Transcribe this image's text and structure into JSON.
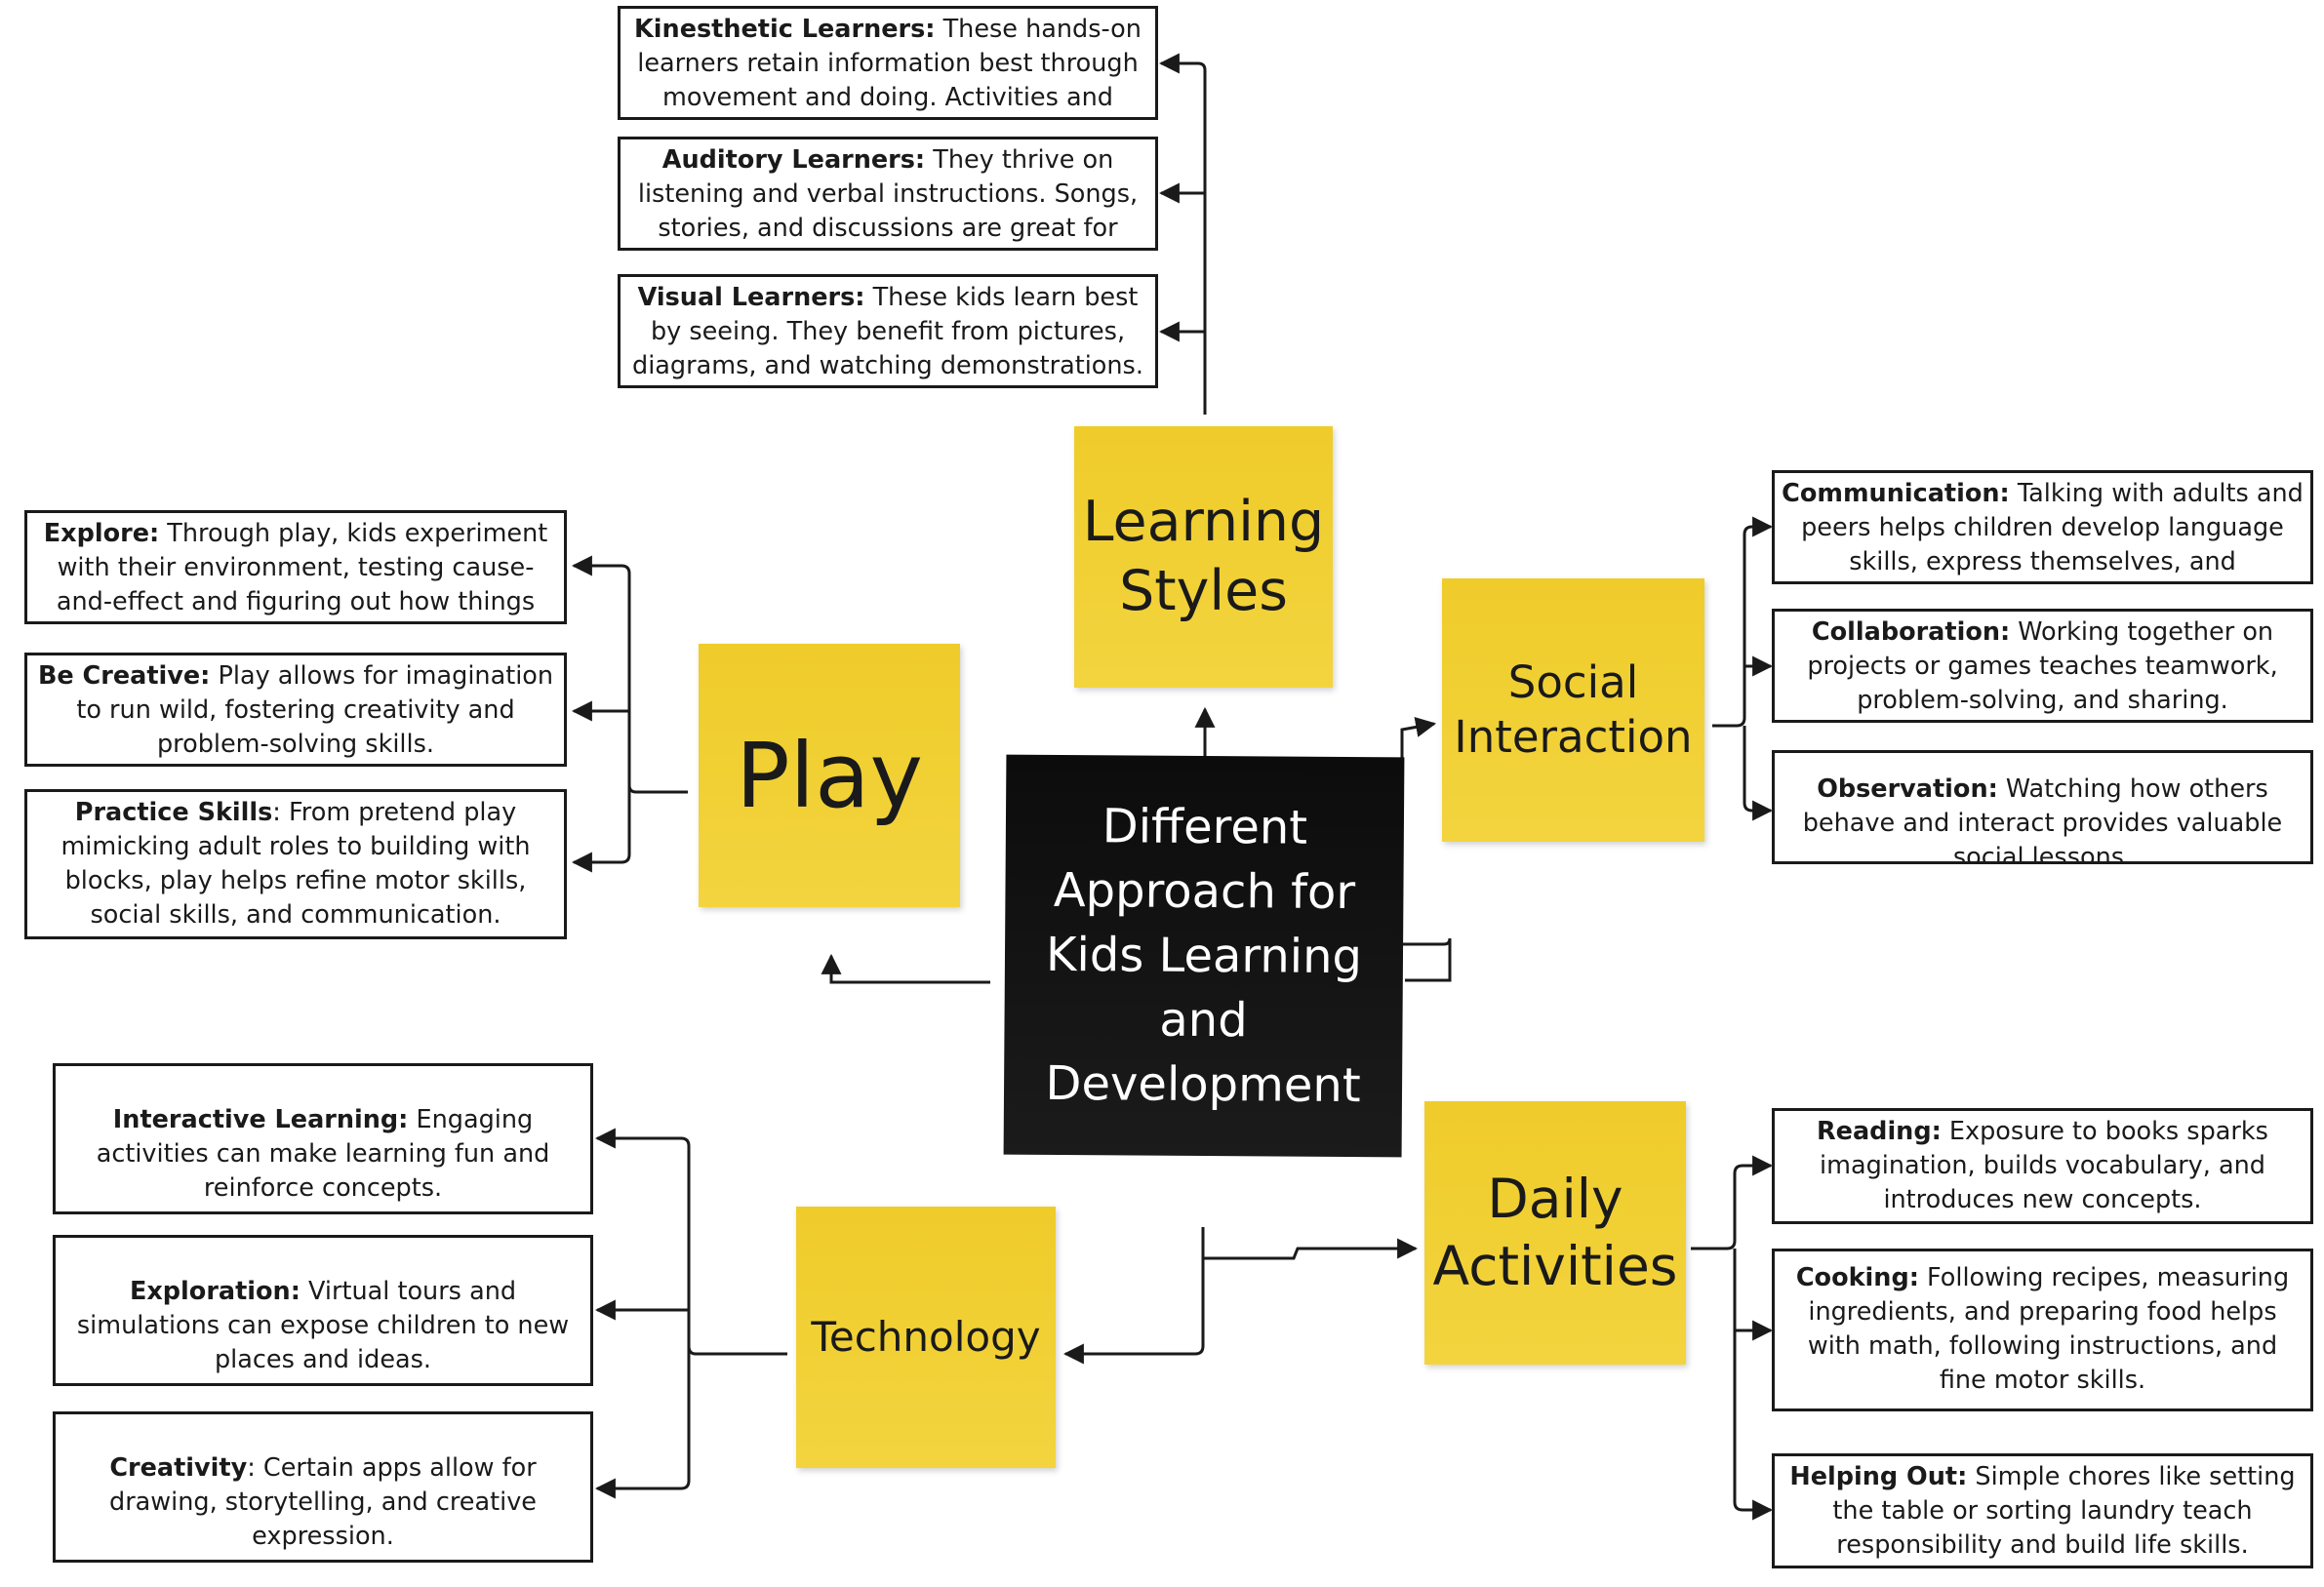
{
  "center": {
    "title": "Different Approach for Kids Learning and Development"
  },
  "branches": {
    "learning_styles": {
      "title": "Learning Styles",
      "items": [
        {
          "label": "Kinesthetic Learners:",
          "text": " These hands-on learners retain information best through movement and doing. Activities and"
        },
        {
          "label": "Auditory Learners:",
          "text": " They thrive on listening and verbal instructions. Songs, stories, and discussions are great for them."
        },
        {
          "label": "Visual Learners:",
          "text": " These kids learn best by seeing. They benefit from pictures, diagrams, and watching demonstrations."
        }
      ]
    },
    "play": {
      "title": "Play",
      "items": [
        {
          "label": "Explore:",
          "text": " Through play, kids experiment with their environment, testing cause-and-effect and figuring out how things work."
        },
        {
          "label": "Be Creative:",
          "text": " Play allows for imagination to run wild, fostering creativity and problem-solving skills."
        },
        {
          "label": "Practice Skills",
          "text": ": From pretend play mimicking adult roles to building with blocks, play helps refine motor skills, social skills, and communication."
        }
      ]
    },
    "social_interaction": {
      "title": "Social Interaction",
      "items": [
        {
          "label": "Communication:",
          "text": " Talking with adults and peers helps children develop language skills, express themselves, and understand social"
        },
        {
          "label": "Collaboration:",
          "text": " Working together on projects or games teaches teamwork, problem-solving, and sharing."
        },
        {
          "label": "Observation:",
          "text": " Watching how others behave and interact provides valuable social lessons."
        }
      ]
    },
    "technology": {
      "title": "Technology",
      "items": [
        {
          "label": "Interactive Learning:",
          "text": " Engaging activities can make learning fun and reinforce concepts."
        },
        {
          "label": "Exploration:",
          "text": " Virtual tours and simulations can expose children to new places and ideas."
        },
        {
          "label": "Creativity",
          "text": ": Certain apps allow for drawing, storytelling, and creative expression."
        }
      ]
    },
    "daily_activities": {
      "title": "Daily Activities",
      "items": [
        {
          "label": "Reading:",
          "text": " Exposure to books sparks imagination, builds vocabulary, and introduces new concepts."
        },
        {
          "label": "Cooking:",
          "text": " Following recipes, measuring ingredients, and preparing food helps with math, following instructions, and fine motor skills."
        },
        {
          "label": "Helping Out:",
          "text": " Simple chores like setting the table or sorting laundry teach responsibility and build life skills."
        }
      ]
    }
  },
  "colors": {
    "sticky": "#f2d035",
    "center": "#111111",
    "line": "#1a1a1a"
  }
}
